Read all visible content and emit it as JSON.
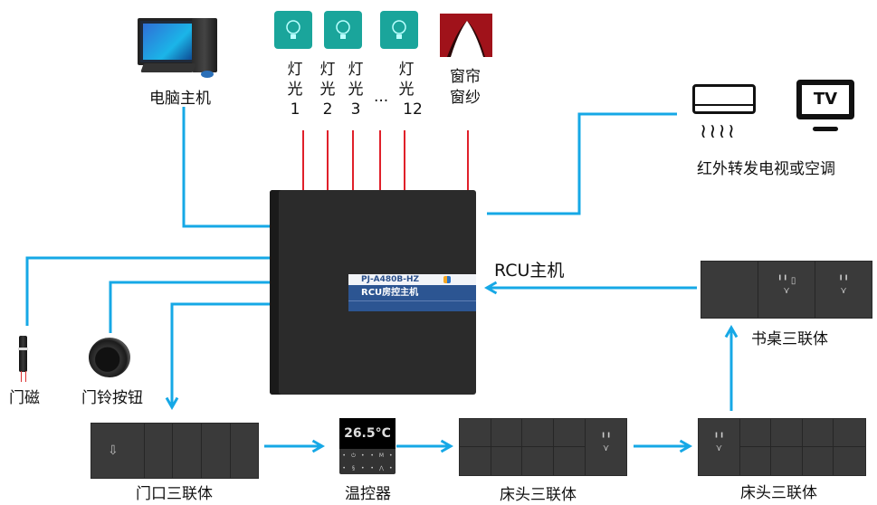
{
  "diagram": {
    "title": "RCU room control wiring",
    "colors": {
      "data_line": "#16a8e6",
      "power_line": "#e0202a",
      "rcu_label_bg": "#2c5592",
      "bulb_tile": "#1aa59b"
    },
    "rcu": {
      "model": "PJ-A480B-HZ",
      "name": "RCU房控主机",
      "caption": "RCU主机"
    },
    "top_devices": {
      "computer": "电脑主机",
      "lights": [
        {
          "line1": "灯",
          "line2": "光",
          "line3": "1"
        },
        {
          "line1": "灯",
          "line2": "光",
          "line3": "2"
        },
        {
          "line1": "灯",
          "line2": "光",
          "line3": "3"
        },
        {
          "line1": "灯",
          "line2": "光",
          "line3": "12"
        }
      ],
      "ellipsis": "...",
      "curtain_line1": "窗帘",
      "curtain_line2": "窗纱"
    },
    "infrared": {
      "label": "红外转发电视或空调",
      "tv_text": "TV"
    },
    "sensors": {
      "door_magnet": "门磁",
      "doorbell_button": "门铃按钮"
    },
    "panels": {
      "door_triple": "门口三联体",
      "thermostat": "温控器",
      "thermostat_reading": "26.5°C",
      "bedside_triple_1": "床头三联体",
      "bedside_triple_2": "床头三联体",
      "desk_triple": "书桌三联体"
    },
    "icons": {
      "bulb": "💡",
      "wave": "≀≀≀≀"
    }
  }
}
